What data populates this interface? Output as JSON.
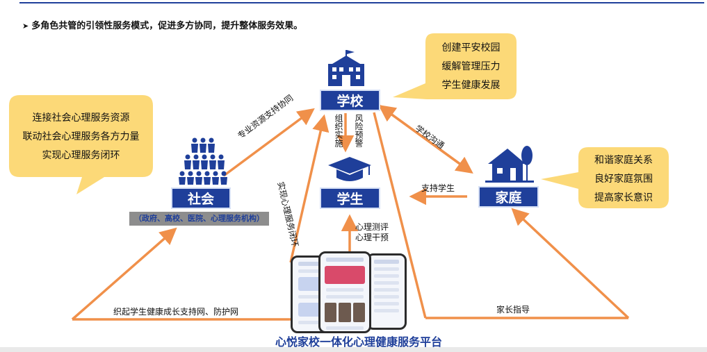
{
  "heading": "多角色共管的引领性服务模式，促进多方协同，提升整体服务效果。",
  "nodes": {
    "school": "学校",
    "student": "学生",
    "society": "社会",
    "family": "家庭"
  },
  "society_sub": "（政府、高校、医院、心理服务机构）",
  "bubbles": {
    "society": [
      "连接社会心理服务资源",
      "联动社会心理服务各方力量",
      "实现心理服务闭环"
    ],
    "school": [
      "创建平安校园",
      "缓解管理压力",
      "学生健康发展"
    ],
    "family": [
      "和谐家庭关系",
      "良好家庭氛围",
      "提高家长意识"
    ]
  },
  "edges": {
    "society_school": "专业资源支持协同",
    "school_family": "学校沟通",
    "school_student_left": "组织实施",
    "school_student_right": "风险预警",
    "family_student": "支持学生",
    "platform_student": [
      "心理测评",
      "心理干预"
    ],
    "platform_school": "实现心理服务闭环",
    "bottom_left": "织起学生健康成长支持网、防护网",
    "bottom_right": "家长指导"
  },
  "platform_title": "心悦家校一体化心理健康服务平台",
  "colors": {
    "primary": "#1f3f9a",
    "arrow": "#f0904a",
    "bubble": "#fcd978",
    "gray_tag": "#8d8d8d"
  }
}
